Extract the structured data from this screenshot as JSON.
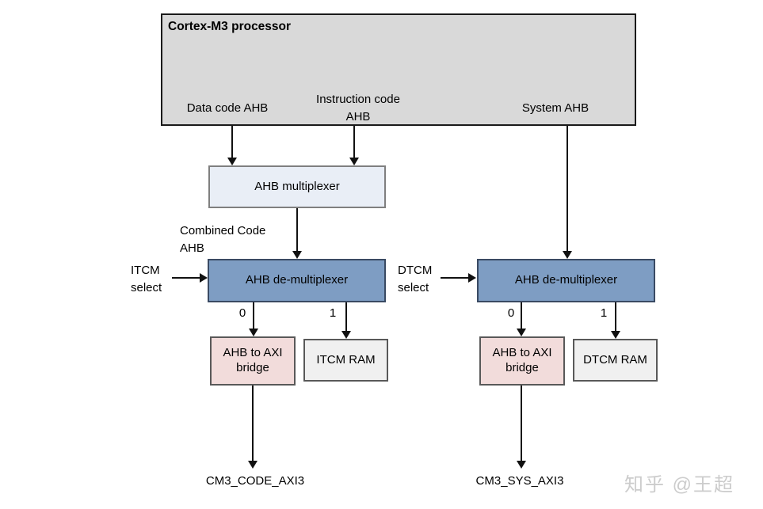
{
  "colors": {
    "background": "#ffffff",
    "processor_fill": "#d9d9d9",
    "processor_border": "#1a1a1a",
    "mux_fill": "#e9eef6",
    "mux_border": "#7f7f7f",
    "demux_fill": "#7e9dc3",
    "demux_border": "#3a4a63",
    "bridge_fill": "#f2dcdb",
    "ram_fill": "#f0f0f0",
    "small_box_border": "#595959",
    "arrow": "#111111",
    "watermark": "#cccccc"
  },
  "processor": {
    "title": "Cortex-M3 processor",
    "ports": {
      "data_code": "Data code AHB",
      "instruction_code_line1": "Instruction code",
      "instruction_code_line2": "AHB",
      "system": "System AHB"
    }
  },
  "mux": {
    "label": "AHB multiplexer"
  },
  "combined_code": {
    "line1": "Combined Code",
    "line2": "AHB"
  },
  "itcm_demux": {
    "label": "AHB de-multiplexer",
    "select_line1": "ITCM",
    "select_line2": "select",
    "out0": "0",
    "out1": "1"
  },
  "dtcm_demux": {
    "label": "AHB de-multiplexer",
    "select_line1": "DTCM",
    "select_line2": "select",
    "out0": "0",
    "out1": "1"
  },
  "itcm_bridge": {
    "line1": "AHB to AXI",
    "line2": "bridge"
  },
  "dtcm_bridge": {
    "line1": "AHB to AXI",
    "line2": "bridge"
  },
  "itcm_ram": {
    "label": "ITCM RAM"
  },
  "dtcm_ram": {
    "label": "DTCM RAM"
  },
  "outputs": {
    "code_axi": "CM3_CODE_AXI3",
    "sys_axi": "CM3_SYS_AXI3"
  },
  "watermark": {
    "text": "知乎 @王超"
  }
}
